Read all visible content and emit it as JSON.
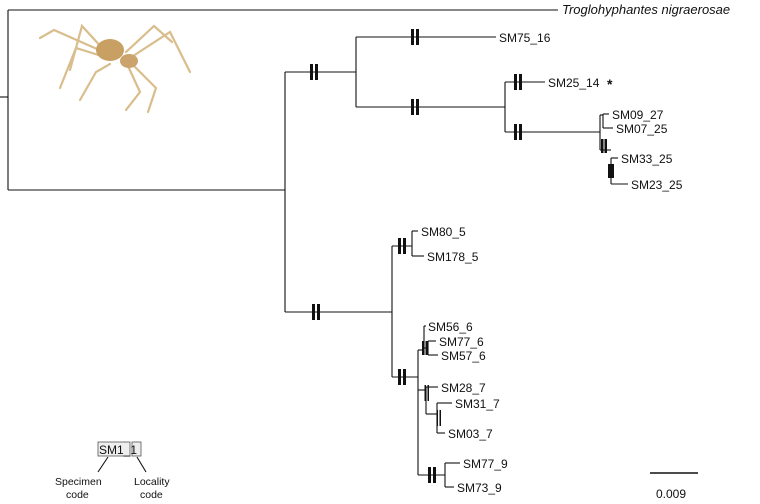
{
  "outgroup": {
    "label": "Troglohyphantes nigraerosae"
  },
  "tips": [
    {
      "id": "t-sm75-16",
      "label": "SM75_16"
    },
    {
      "id": "t-sm25-14",
      "label": "SM25_14"
    },
    {
      "id": "t-sm09-27",
      "label": "SM09_27"
    },
    {
      "id": "t-sm07-25",
      "label": "SM07_25"
    },
    {
      "id": "t-sm33-25",
      "label": "SM33_25"
    },
    {
      "id": "t-sm23-25",
      "label": "SM23_25"
    },
    {
      "id": "t-sm80-5",
      "label": "SM80_5"
    },
    {
      "id": "t-sm178-5",
      "label": "SM178_5"
    },
    {
      "id": "t-sm56-6",
      "label": "SM56_6"
    },
    {
      "id": "t-sm77-6",
      "label": "SM77_6"
    },
    {
      "id": "t-sm57-6",
      "label": "SM57_6"
    },
    {
      "id": "t-sm28-7",
      "label": "SM28_7"
    },
    {
      "id": "t-sm31-7",
      "label": "SM31_7"
    },
    {
      "id": "t-sm03-7",
      "label": "SM03_7"
    },
    {
      "id": "t-sm77-9",
      "label": "SM77_9"
    },
    {
      "id": "t-sm73-9",
      "label": "SM73_9"
    }
  ],
  "asterisk": "*",
  "legend": {
    "example_code": "SM1_1",
    "specimen_label_line1": "Specimen",
    "specimen_label_line2": "code",
    "locality_label_line1": "Locality",
    "locality_label_line2": "code"
  },
  "scale_bar": {
    "label": "0.009"
  },
  "colors": {
    "line": "#111111",
    "spider_body": "#c8a064",
    "spider_legs": "#d9bd8c"
  }
}
